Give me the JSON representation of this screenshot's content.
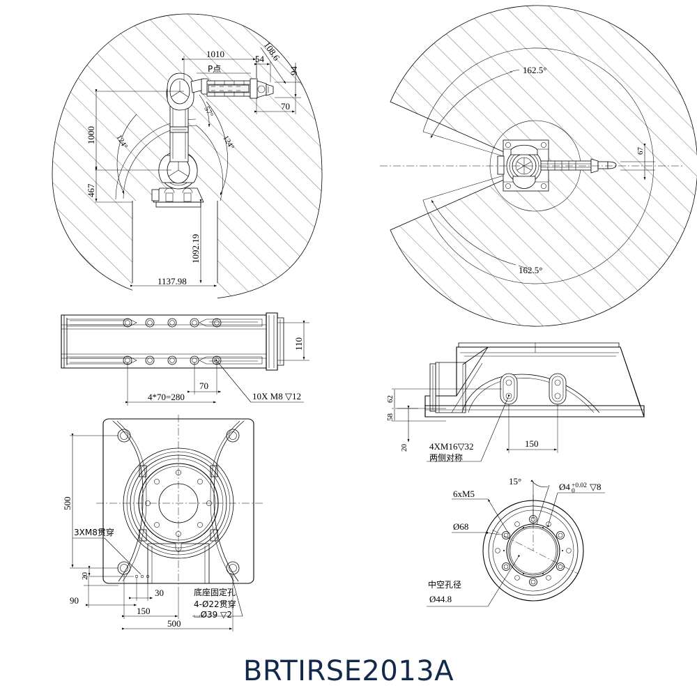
{
  "drawing": {
    "title": "BRTIRSE2013A",
    "title_color": "#12294b",
    "background": "#ffffff",
    "line_color": "#000000",
    "type": "engineering-dimension-drawing",
    "subject": "6-axis industrial robot arm working envelope and mounting drawing"
  },
  "views": {
    "side_envelope": {
      "name": "side-elevation-work-envelope",
      "labels": {
        "reach_horizontal": "1010",
        "p_point": "P点",
        "wrist_offset": "54",
        "diag_108": "108.6",
        "vert_94": "94",
        "vert_70": "70",
        "height_1000": "1000",
        "height_467": "467",
        "depth_1092": "1092.19",
        "width_1137": "1137.98",
        "angle_57": "57°",
        "angle_124_left": "124°",
        "angle_124_right": "124°"
      }
    },
    "top_envelope": {
      "name": "top-plan-work-envelope",
      "labels": {
        "angle_upper": "162.5°",
        "angle_lower": "162.5°",
        "offset_67": "67"
      }
    },
    "arm_detail": {
      "name": "forearm-plan-view",
      "labels": {
        "width_110": "110",
        "pitch_70": "70",
        "span_280": "4*70=280",
        "thread_note": "10X M8 ▽12"
      }
    },
    "base_side": {
      "name": "base-side-elevation",
      "labels": {
        "dim_62": "62",
        "dim_58": "58",
        "dim_20": "20",
        "thread_note": "4XM16▽32",
        "symmetry_note": "两侧对称",
        "pitch_150": "150"
      }
    },
    "base_plan": {
      "name": "base-plan-view",
      "labels": {
        "height_500": "500",
        "width_500": "500",
        "note_3xm8": "3XM8贯穿",
        "dim_20": "20",
        "dim_30": "30",
        "dim_90": "90",
        "dim_150": "150",
        "note_fixing": "底座固定孔",
        "note_hole": "4-Ø22贯穿",
        "note_counterbore": "⌴Ø39 ▽2"
      }
    },
    "flange": {
      "name": "tool-flange-detail",
      "labels": {
        "angle_15": "15°",
        "note_6xm5": "6xM5",
        "dia_68": "Ø68",
        "pin_note": "Ø4",
        "pin_tol_upper": "+0.02",
        "pin_tol_lower": "0",
        "pin_depth": "▽8",
        "hollow_label": "中空孔径",
        "hollow_dia": "Ø44.8"
      }
    }
  }
}
